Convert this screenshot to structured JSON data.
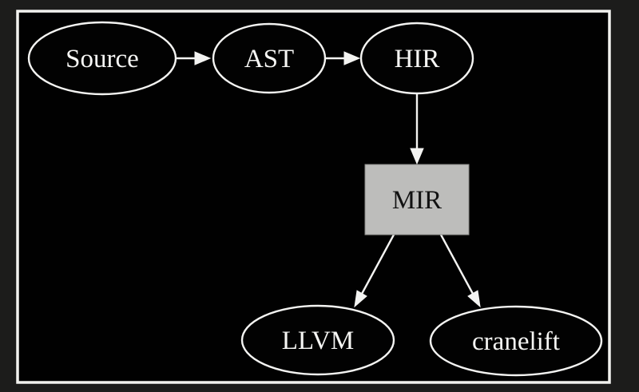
{
  "diagram": {
    "title": "compiler-ir-pipeline",
    "background_outer": "#1c1c1b",
    "background_inner": "#010101",
    "frame_color": "#f2f2ef",
    "edge_color": "#f4f4f2",
    "nodes": {
      "source": {
        "label": "Source",
        "shape": "ellipse",
        "fill": "#020202",
        "text_color": "#f6f6f4"
      },
      "ast": {
        "label": "AST",
        "shape": "ellipse",
        "fill": "#020202",
        "text_color": "#f6f6f4"
      },
      "hir": {
        "label": "HIR",
        "shape": "ellipse",
        "fill": "#020202",
        "text_color": "#f6f6f4"
      },
      "mir": {
        "label": "MIR",
        "shape": "box",
        "fill": "#bdbdbb",
        "text_color": "#121212"
      },
      "llvm": {
        "label": "LLVM",
        "shape": "ellipse",
        "fill": "#020202",
        "text_color": "#f6f6f4"
      },
      "cranelift": {
        "label": "cranelift",
        "shape": "ellipse",
        "fill": "#020202",
        "text_color": "#f6f6f4"
      }
    },
    "edges": [
      {
        "from": "source",
        "to": "ast"
      },
      {
        "from": "ast",
        "to": "hir"
      },
      {
        "from": "hir",
        "to": "mir"
      },
      {
        "from": "mir",
        "to": "llvm"
      },
      {
        "from": "mir",
        "to": "cranelift"
      }
    ]
  }
}
